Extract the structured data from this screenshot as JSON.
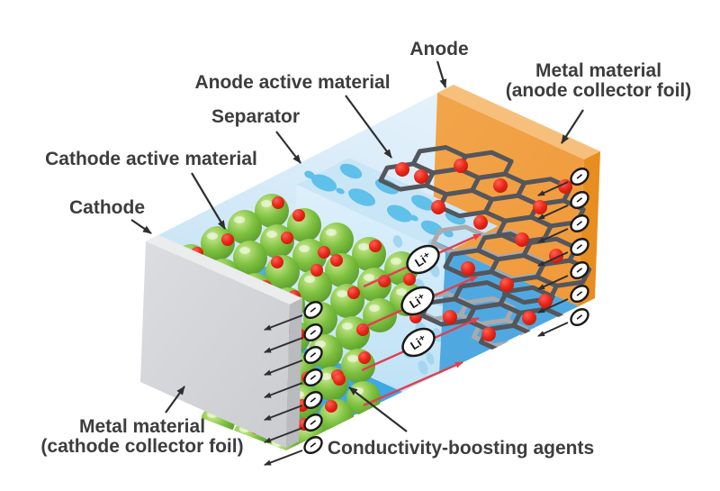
{
  "labels": {
    "cathode_active": "Cathode active material",
    "cathode": "Cathode",
    "separator": "Separator",
    "anode_active": "Anode active material",
    "anode": "Anode",
    "anode_foil_line1": "Metal material",
    "anode_foil_line2": "(anode collector foil)",
    "cathode_foil_line1": "Metal material",
    "cathode_foil_line2": "(cathode collector foil)",
    "conductivity": "Conductivity-boosting agents"
  },
  "symbols": {
    "lithium_ion": "Li⁺",
    "electron": "−"
  },
  "colors": {
    "background": "#ffffff",
    "label_text": "#3d3d3f",
    "arrow": "#2f2f31",
    "top_face_light": "#ecf5fc",
    "top_face_dark": "#c6e3f5",
    "gray_foil_face": "#d3d4d6",
    "gray_foil_top": "#ebeced",
    "gray_foil_side": "#b9bbbf",
    "orange_foil_face": "#f0993a",
    "orange_foil_top": "#f6c07c",
    "orange_foil_side": "#e88d1f",
    "separator_top": "#c9e6f7",
    "separator_pore_top": "#5fc0ea",
    "separator_face": "#cde9f9",
    "separator_pore_face": "#a4d6f1",
    "compartment_blue": "#55abdf",
    "floor_blue": "#3ea8e6",
    "anode_floor_blue": "#4fa9e0",
    "sphere_light": "#cdea92",
    "sphere_mid": "#7fc241",
    "sphere_dark": "#5c9e2d",
    "red_dot": "#e7281b",
    "red_dot_light": "#ff6152",
    "hex_dark": "#54565c",
    "hex_light": "#a8aaae",
    "li_arrow": "#e0404e",
    "oval_fill": "#ffffff",
    "oval_stroke": "#1a1a1a"
  }
}
